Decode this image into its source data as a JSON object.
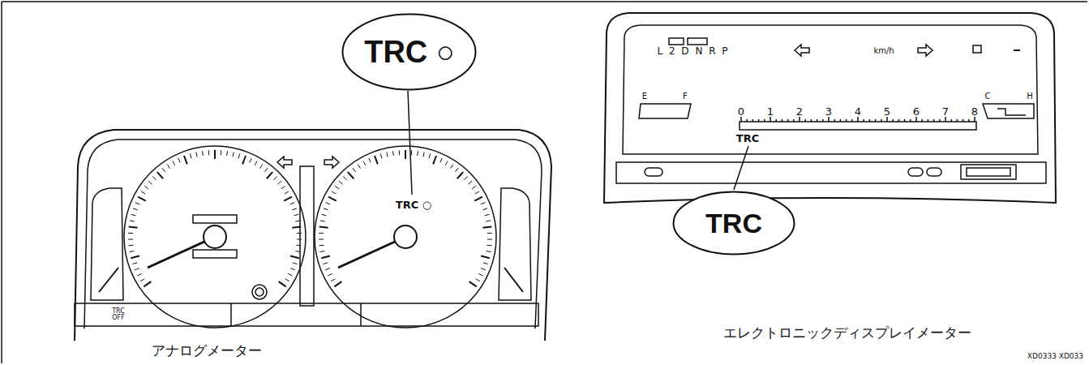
{
  "diagram": {
    "nodes": [
      {
        "text": [
          "TRC ○"
        ]
      },
      {
        "text": [
          "TRC"
        ]
      }
    ],
    "labels": [
      "TRC ○",
      "TRC OFF",
      "アナログメーター",
      "L 2 D N R P",
      "km/h",
      "E",
      "F",
      "C",
      "H",
      "0",
      "1",
      "2",
      "3",
      "4",
      "5",
      "6",
      "7",
      "8",
      "TRC",
      "エレクトロニックディスプレイメーター",
      "XD0333 XD033"
    ]
  }
}
